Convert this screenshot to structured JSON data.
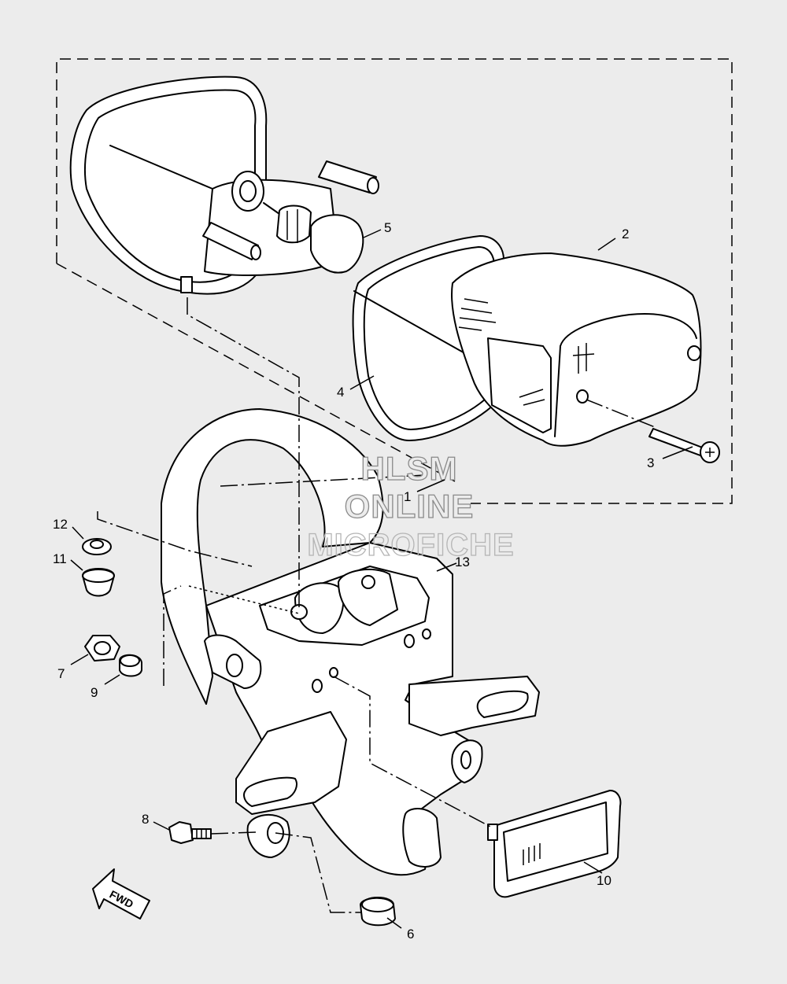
{
  "callouts": {
    "c1": "1",
    "c2": "2",
    "c3": "3",
    "c4": "4",
    "c5": "5",
    "c6": "6",
    "c7": "7",
    "c8": "8",
    "c9": "9",
    "c10": "10",
    "c11": "11",
    "c12": "12",
    "c13": "13"
  },
  "direction_label": "FWD",
  "watermark": {
    "line1": "HLSM",
    "line2": "ONLINE",
    "line3": "MICROFICHE"
  }
}
